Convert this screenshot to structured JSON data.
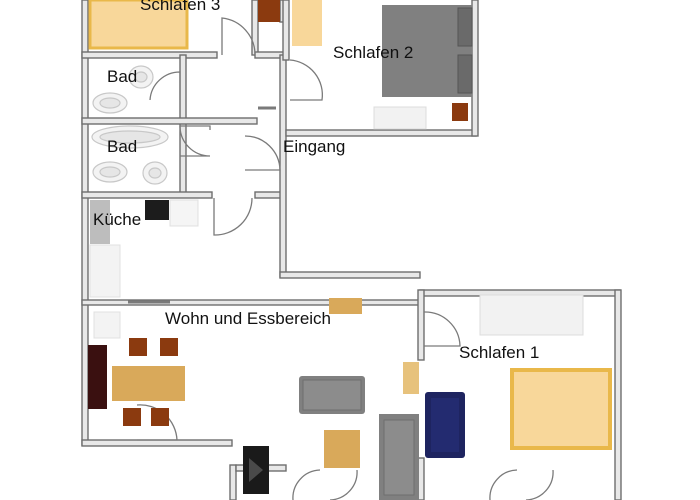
{
  "rooms": {
    "schlafen3": "Schlafen 3",
    "schlafen2": "Schlafen 2",
    "bad_upper": "Bad",
    "bad_lower": "Bad",
    "eingang": "Eingang",
    "kueche": "Küche",
    "wohn": "Wohn und Essbereich",
    "schlafen1": "Schlafen 1"
  },
  "colors": {
    "wall": "#6e6e6e",
    "wall_fill": "#e6e6e6",
    "bed_yellow": "#f8d79a",
    "bed_frame": "#e9b84a",
    "wood": "#8b3a0f",
    "sofa_grey": "#808080",
    "navy": "#1e2460",
    "table_tan": "#d9a95a",
    "fixture": "#f2f2f2"
  }
}
